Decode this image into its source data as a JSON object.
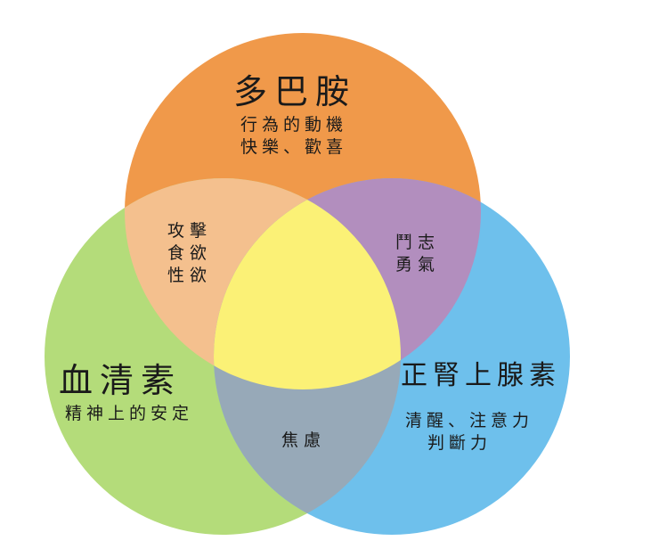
{
  "colors": {
    "dopamine": "#f0994a",
    "serotonin": "#b4dc7a",
    "norepinephrine": "#6ec0ec",
    "dopamine_serotonin": "#f4c08e",
    "dopamine_norepinephrine": "#b28ebe",
    "serotonin_norepinephrine": "#97a9b8",
    "center": "#fbf176"
  },
  "sets": {
    "dopamine": {
      "title": "多巴胺",
      "lines": [
        "行為的動機",
        "快樂、歡喜"
      ]
    },
    "serotonin": {
      "title": "血清素",
      "lines": [
        "精神上的安定"
      ]
    },
    "norepinephrine": {
      "title": "正腎上腺素",
      "lines": [
        "清醒、注意力",
        "判斷力"
      ]
    }
  },
  "intersections": {
    "dopamine_serotonin": {
      "lines": [
        "攻擊",
        "食欲",
        "性欲"
      ]
    },
    "dopamine_norepinephrine": {
      "lines": [
        "鬥志",
        "勇氣"
      ]
    },
    "serotonin_norepinephrine": {
      "lines": [
        "焦慮"
      ]
    }
  }
}
